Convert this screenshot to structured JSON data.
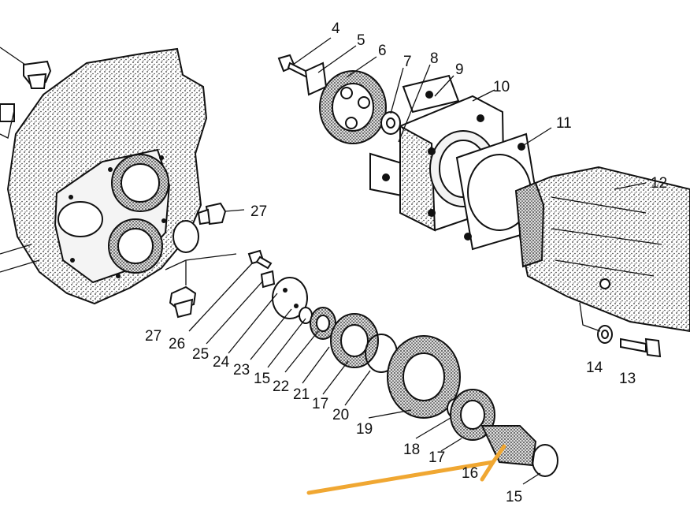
{
  "callouts": [
    {
      "id": "c1",
      "text": "4"
    },
    {
      "id": "c2",
      "text": "5"
    },
    {
      "id": "c3",
      "text": "6"
    },
    {
      "id": "c4",
      "text": "7"
    },
    {
      "id": "c5",
      "text": "8"
    },
    {
      "id": "c6",
      "text": "9"
    },
    {
      "id": "c7",
      "text": "10"
    },
    {
      "id": "c8",
      "text": "11"
    },
    {
      "id": "c9",
      "text": "12"
    },
    {
      "id": "c10",
      "text": "27"
    },
    {
      "id": "c11",
      "text": "27"
    },
    {
      "id": "c12",
      "text": "26"
    },
    {
      "id": "c13",
      "text": "25"
    },
    {
      "id": "c14",
      "text": "24"
    },
    {
      "id": "c15",
      "text": "23"
    },
    {
      "id": "c16",
      "text": "15"
    },
    {
      "id": "c17",
      "text": "22"
    },
    {
      "id": "c18",
      "text": "21"
    },
    {
      "id": "c19",
      "text": "17"
    },
    {
      "id": "c20",
      "text": "20"
    },
    {
      "id": "c21",
      "text": "19"
    },
    {
      "id": "c22",
      "text": "18"
    },
    {
      "id": "c23",
      "text": "17"
    },
    {
      "id": "c24",
      "text": "16"
    },
    {
      "id": "c25",
      "text": "15"
    },
    {
      "id": "c26",
      "text": "14"
    },
    {
      "id": "c27",
      "text": "13"
    }
  ],
  "colors": {
    "ink": "#111111",
    "stipple": "#3a3a3a",
    "highlight_arrow": "#f0a732",
    "background": "#ffffff"
  }
}
